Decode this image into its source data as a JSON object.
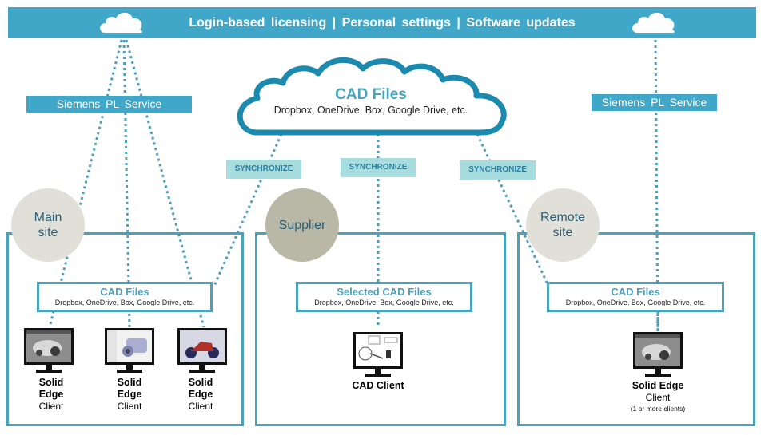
{
  "header": {
    "items": [
      "Login-based  licensing",
      "|",
      "Personal  settings",
      "|",
      "Software  updates"
    ],
    "text": "Login-based  licensing   |  Personal settings  |  Software  updates"
  },
  "services": {
    "left_label": "Siemens  PL Service",
    "right_label": "Siemens  PL Service"
  },
  "central_cloud": {
    "title": "CAD Files",
    "subtitle": "Dropbox, OneDrive,  Box, Google Drive,  etc."
  },
  "sync": {
    "left": "SYNCHRONIZE",
    "center": "SYNCHRONIZE",
    "right": "SYNCHRONIZE"
  },
  "sites": [
    {
      "name": "Main site",
      "name_line1": "Main",
      "name_line2": "site",
      "files_title": "CAD Files",
      "files_subtitle": "Dropbox, OneDrive, Box, Google Drive, etc.",
      "clients": [
        {
          "line1": "Solid",
          "line2": "Edge",
          "line3": "Client",
          "icon": "monitor-car-engine-icon"
        },
        {
          "line1": "Solid",
          "line2": "Edge",
          "line3": "Client",
          "icon": "monitor-camera-model-icon"
        },
        {
          "line1": "Solid",
          "line2": "Edge",
          "line3": "Client",
          "icon": "monitor-motorcycle-icon"
        }
      ]
    },
    {
      "name": "Supplier",
      "name_line1": "Supplier",
      "files_title": "Selected CAD Files",
      "files_subtitle": "Dropbox, OneDrive, Box, Google Drive, etc.",
      "clients": [
        {
          "line1": "CAD Client",
          "icon": "monitor-drawing-icon"
        }
      ]
    },
    {
      "name": "Remote site",
      "name_line1": "Remote",
      "name_line2": "site",
      "files_title": "CAD Files",
      "files_subtitle": "Dropbox, OneDrive, Box, Google Drive, etc.",
      "clients": [
        {
          "line1": "Solid Edge",
          "line2": "Client",
          "line3": "(1 or more clients)",
          "icon": "monitor-car-engine-icon"
        }
      ]
    }
  ],
  "colors": {
    "accent": "#41a7c8",
    "cloud_outline": "#1b8aae",
    "sync_bg": "#a8dde0",
    "site_circle_main": "#e0dfd8",
    "site_circle_supplier": "#b9b8a6",
    "box_border": "#4aa3bd",
    "dotted_line": "#4d9fbb"
  }
}
